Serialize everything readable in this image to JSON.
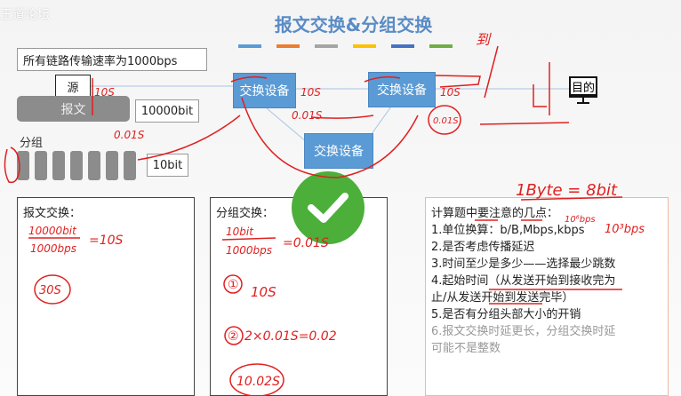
{
  "watermark": "王道论坛",
  "title": "报文交换&分组交换",
  "color_bars": [
    "#5b9bd5",
    "#ed7d31",
    "#a5a5a5",
    "#ffc000",
    "#4472c4",
    "#70ad47"
  ],
  "link_rate": "所有链路传输速率为1000bps",
  "source_label": "源",
  "message_label": "报文",
  "message_size": "10000bit",
  "packet_label": "分组",
  "packet_size": "10bit",
  "switches": [
    "交换设备",
    "交换设备",
    "交换设备"
  ],
  "destination_label": "目的",
  "panels": {
    "message_switching": "报文交换：",
    "packet_switching": "分组交换："
  },
  "notes": {
    "heading": "计算题中要注意的几点：",
    "items": [
      "1.单位换算：b/B,Mbps,kbps",
      "2.是否考虑传播延迟",
      "3.时间至少是多少——选择最少跳数",
      "4.起始时间（从发送开始到接收完为",
      "止/从发送开始到发送完毕）",
      "5.是否有分组头部大小的开销",
      "6.报文交换时延更长，分组交换时延",
      "可能不是整数"
    ]
  },
  "annotations": {
    "t10s_a": "10S",
    "t10s_b": "10S",
    "t10s_c": "10S",
    "t001_a": "0.01S",
    "t001_b": "0.01S",
    "t001_c": "0.01S",
    "arrive": "到",
    "byte": "1Byte = 8bit",
    "mbps": "10⁶bps",
    "kbps": "10³bps",
    "msg_num": "10000bit",
    "msg_den": "1000bps",
    "msg_res": "=10S",
    "msg_total": "30S",
    "pkt_num": "10bit",
    "pkt_den": "1000bps",
    "pkt_res": "=0.01S",
    "step1": "①",
    "step1_val": "10S",
    "step2": "②",
    "step2_val": "2×0.01S=0.02",
    "pkt_total": "10.02S"
  },
  "accent_color": "#5b9bd5",
  "ink_color": "#e02020",
  "check_color": "#4caf3a"
}
